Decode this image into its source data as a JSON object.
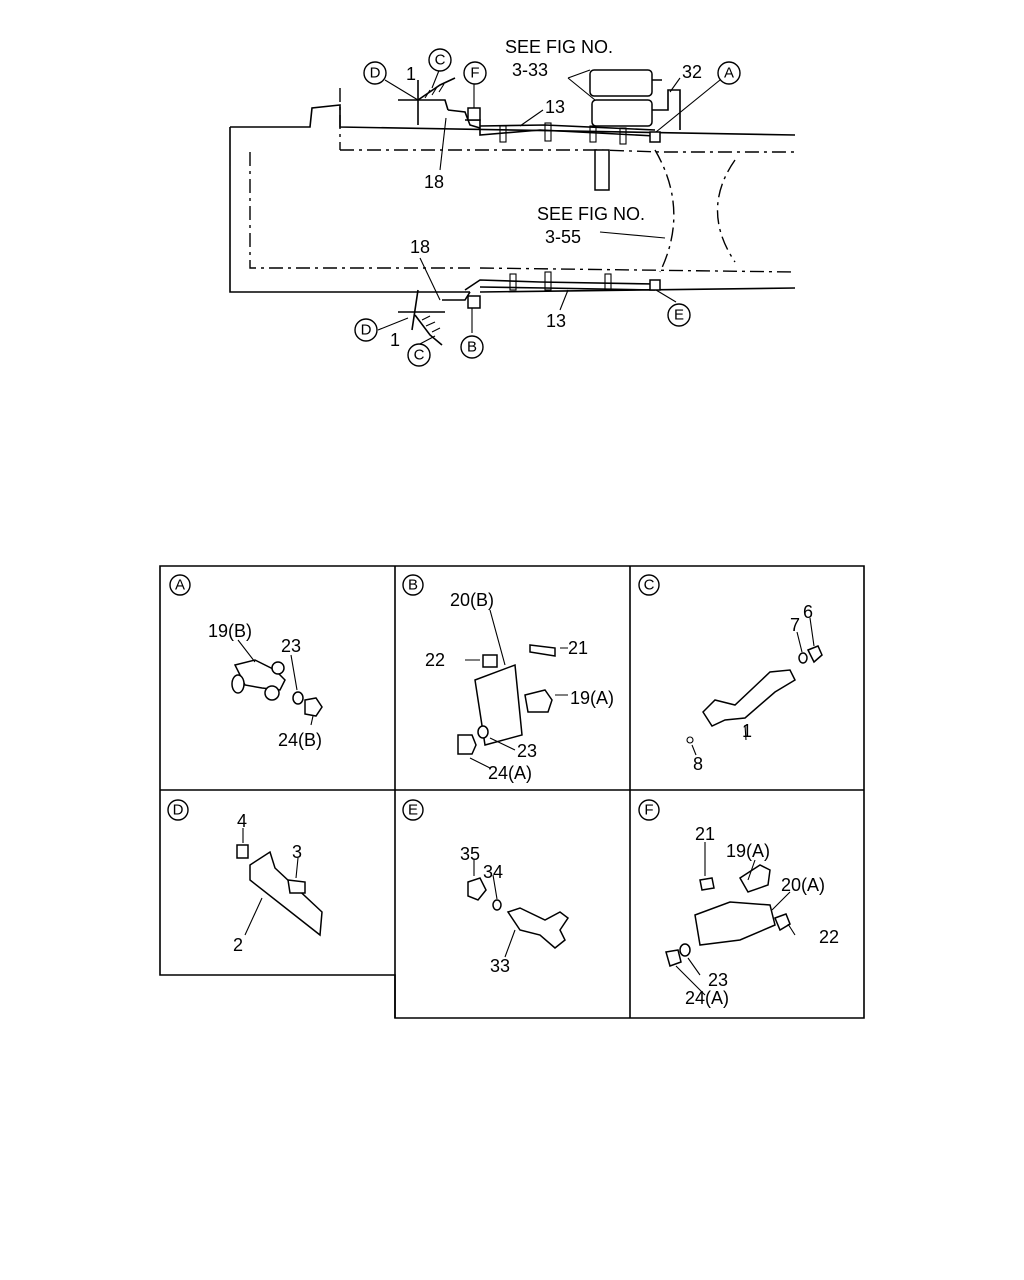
{
  "top_diagram": {
    "see_fig_1": {
      "line1": "SEE FIG NO.",
      "line2": "3-33"
    },
    "see_fig_2": {
      "line1": "SEE FIG NO.",
      "line2": "3-55"
    },
    "callouts": {
      "D_upper": "D",
      "C_upper": "C",
      "F_upper": "F",
      "A_upper": "A",
      "D_lower": "D",
      "C_lower": "C",
      "B_lower": "B",
      "E_lower": "E"
    },
    "part_numbers": {
      "p1_upper": "1",
      "p13_upper": "13",
      "p18_upper": "18",
      "p32": "32",
      "p18_lower": "18",
      "p13_lower": "13",
      "p1_lower": "1"
    }
  },
  "detail_panels": [
    {
      "id": "A",
      "labels": [
        "19(B)",
        "23",
        "24(B)"
      ]
    },
    {
      "id": "B",
      "labels": [
        "20(B)",
        "21",
        "22",
        "19(A)",
        "23",
        "24(A)"
      ]
    },
    {
      "id": "C",
      "labels": [
        "7",
        "6",
        "1",
        "8"
      ]
    },
    {
      "id": "D",
      "labels": [
        "4",
        "3",
        "2"
      ]
    },
    {
      "id": "E",
      "labels": [
        "35",
        "34",
        "33"
      ]
    },
    {
      "id": "F",
      "labels": [
        "21",
        "19(A)",
        "20(A)",
        "22",
        "23",
        "24(A)"
      ]
    }
  ]
}
